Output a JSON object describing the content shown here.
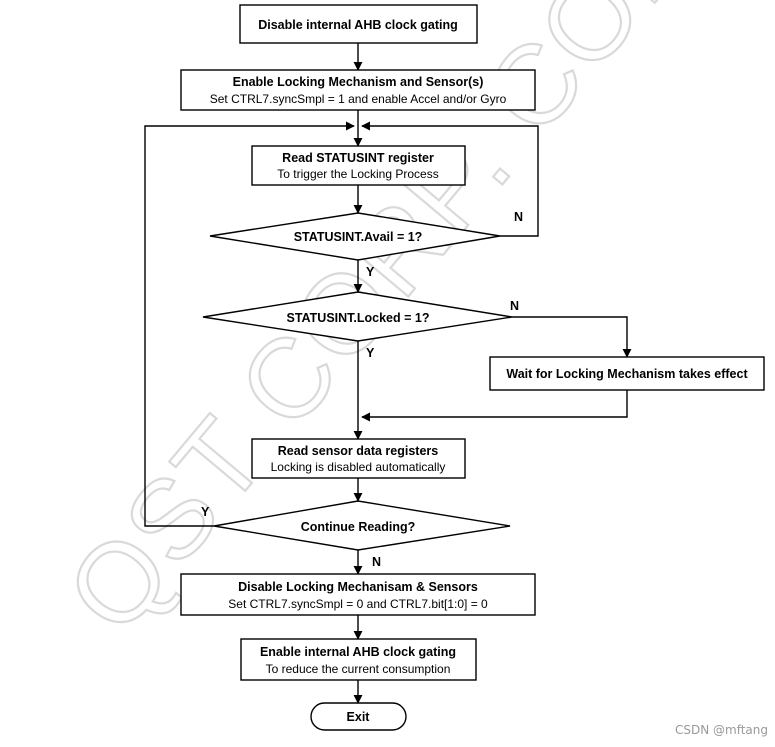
{
  "watermark": "QST CORP. CONFIDENTIAL",
  "credit": "CSDN @mftang",
  "steps": {
    "disable_ahb": {
      "title": "Disable internal AHB clock gating"
    },
    "enable_locking": {
      "title": "Enable Locking Mechanism  and Sensor(s)",
      "subtitle": "Set CTRL7.syncSmpl  = 1 and enable Accel and/or Gyro"
    },
    "read_statusint": {
      "title": "Read STATUSINT register",
      "subtitle": "To trigger the Locking Process"
    },
    "check_avail": {
      "question": "STATUSINT.Avail  = 1?",
      "yes": "Y",
      "no": "N"
    },
    "check_locked": {
      "question": "STATUSINT.Locked = 1?",
      "yes": "Y",
      "no": "N"
    },
    "wait_locking": {
      "title": "Wait for Locking Mechanism  takes effect"
    },
    "read_sensor": {
      "title": "Read sensor data registers",
      "subtitle": "Locking is disabled automatically"
    },
    "continue_reading": {
      "question": "Continue Reading?",
      "yes": "Y",
      "no": "N"
    },
    "disable_locking": {
      "title": "Disable Locking Mechanisam & Sensors",
      "subtitle": "Set CTRL7.syncSmpl  = 0 and CTRL7.bit[1:0]  = 0"
    },
    "enable_ahb": {
      "title": "Enable internal AHB clock gating",
      "subtitle": "To reduce the current consumption"
    },
    "exit": {
      "label": "Exit"
    }
  }
}
